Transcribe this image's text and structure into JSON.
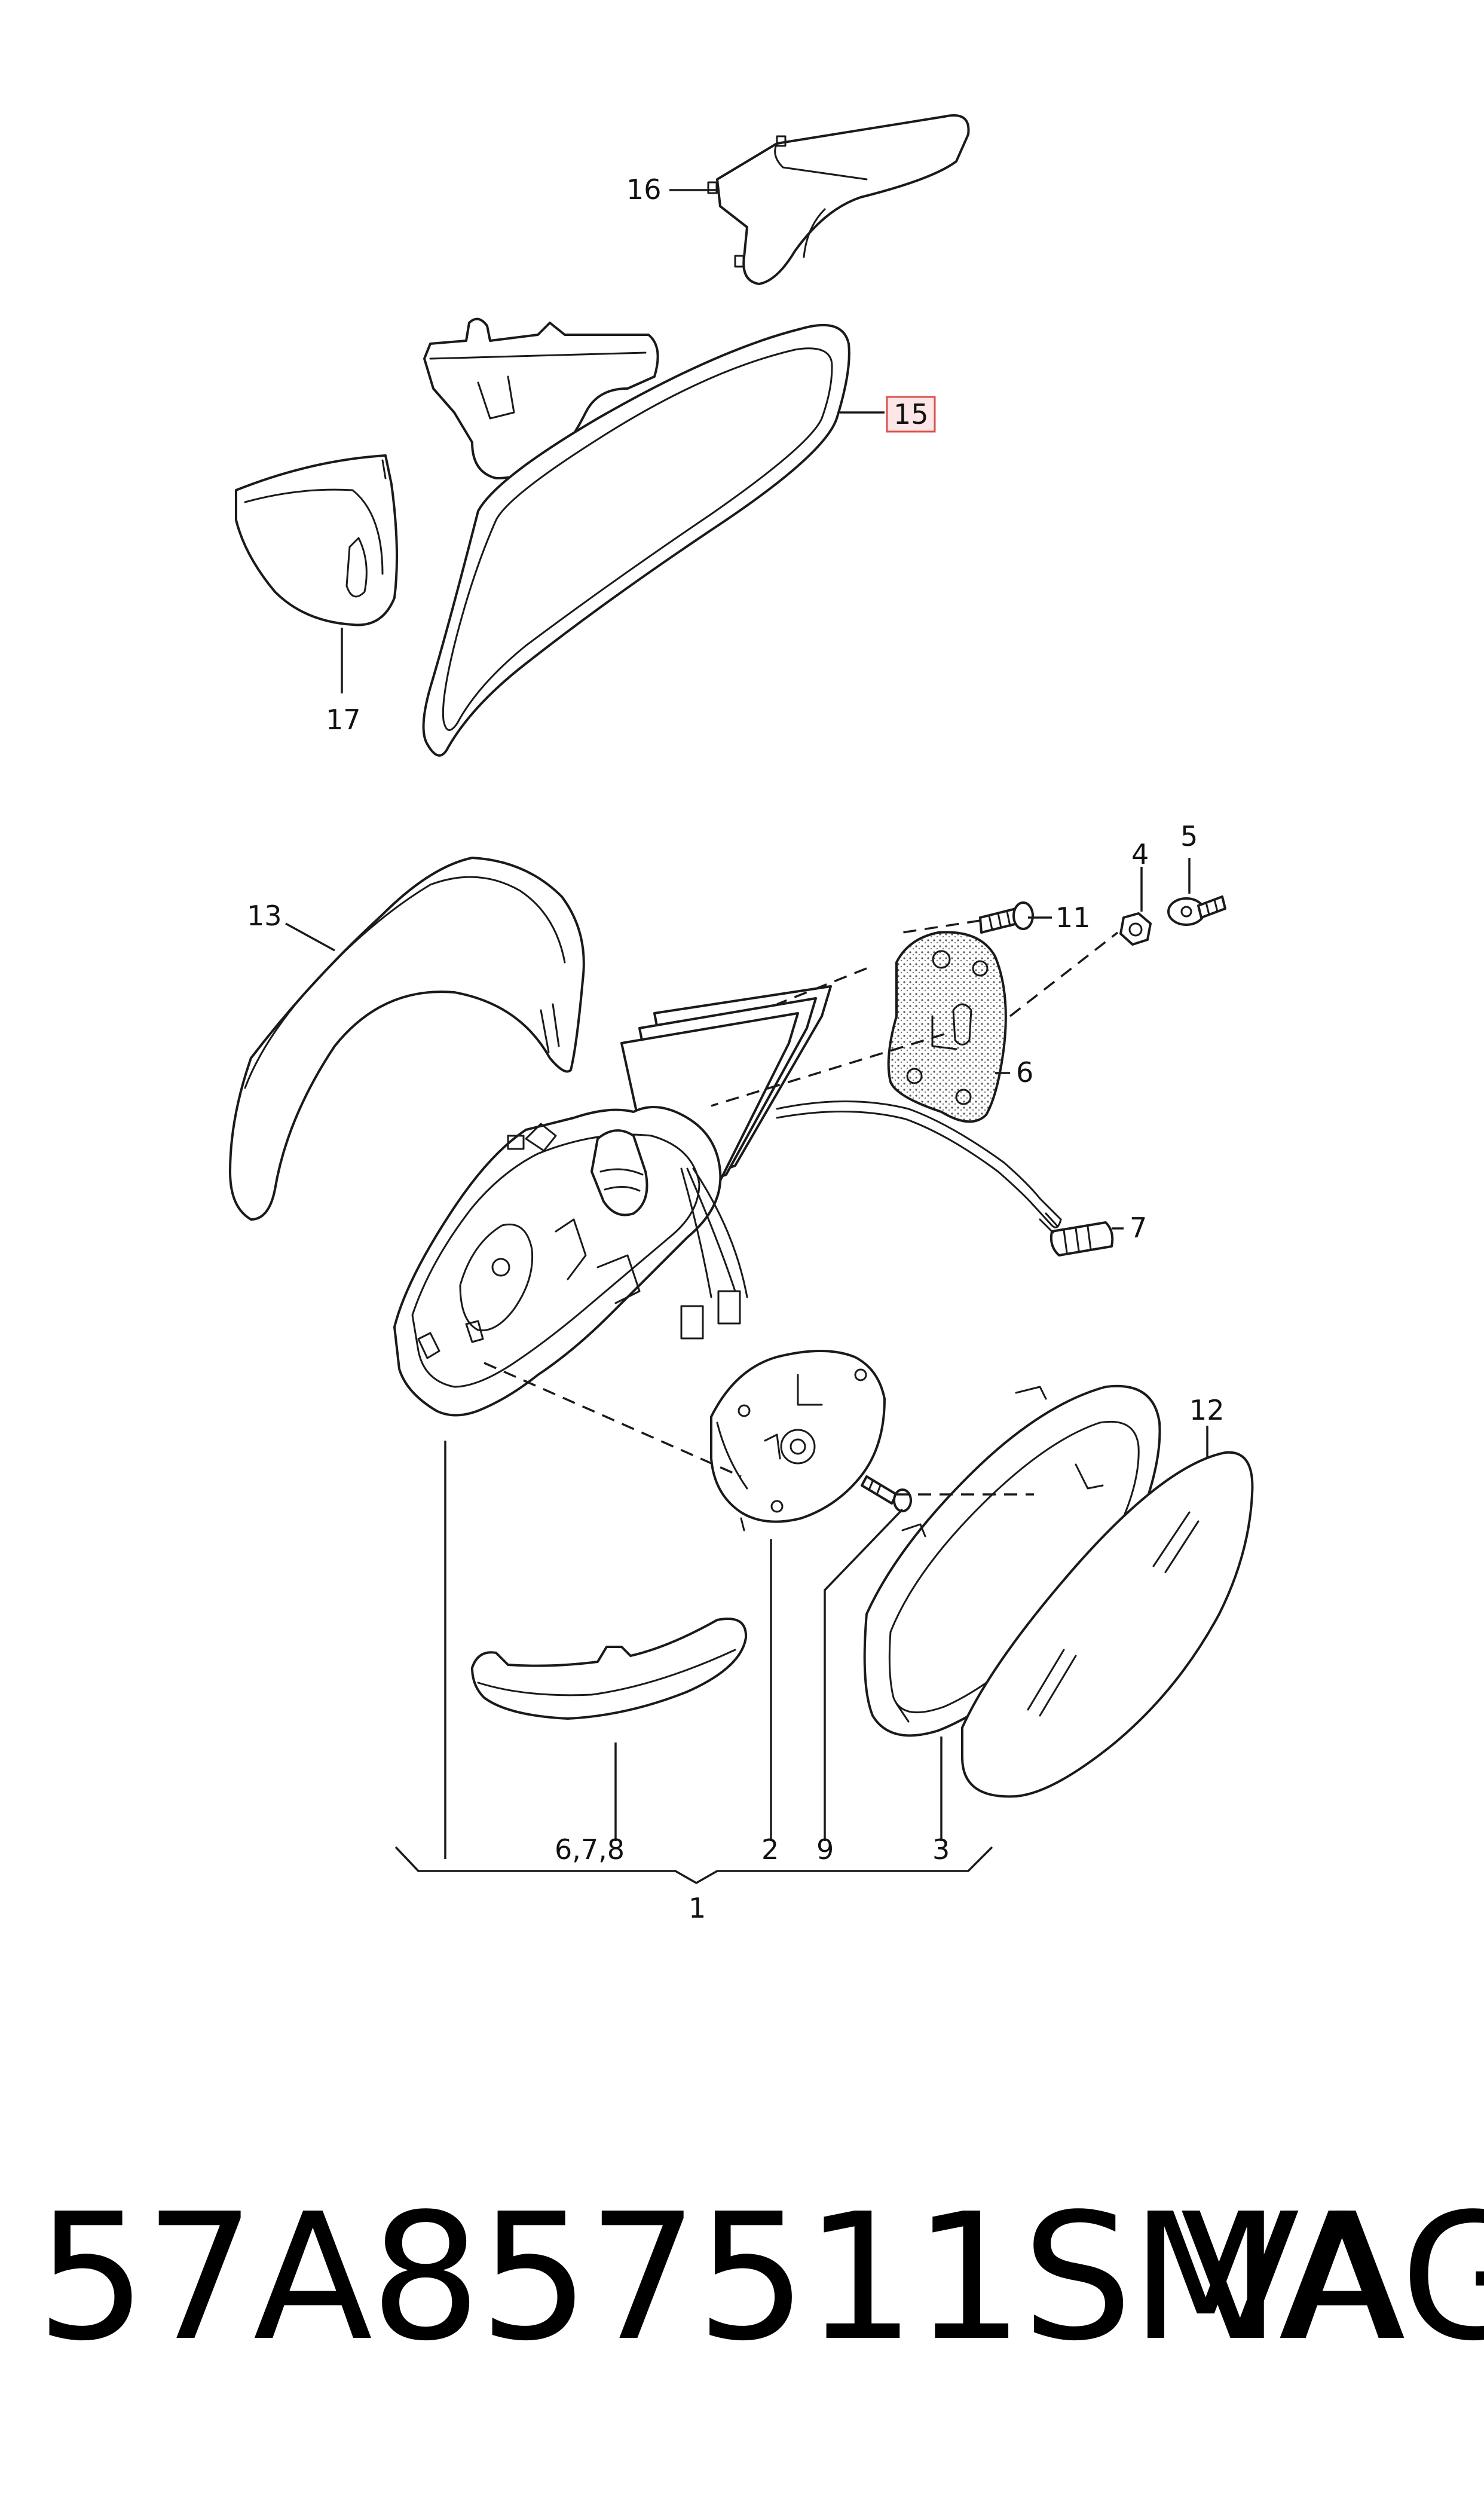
{
  "callouts": {
    "c1": "1",
    "c2": "2",
    "c3": "3",
    "c4": "4",
    "c5": "5",
    "c6": "6",
    "c7": "7",
    "c9": "9",
    "c11": "11",
    "c12": "12",
    "c13": "13",
    "c15": "15",
    "c16": "16",
    "c17": "17",
    "c678": "6,7,8"
  },
  "highlighted_callout": "15",
  "highlight_color": "#d9534f",
  "caption": {
    "part_number": "57A857511SMA",
    "brand": "VAG"
  }
}
